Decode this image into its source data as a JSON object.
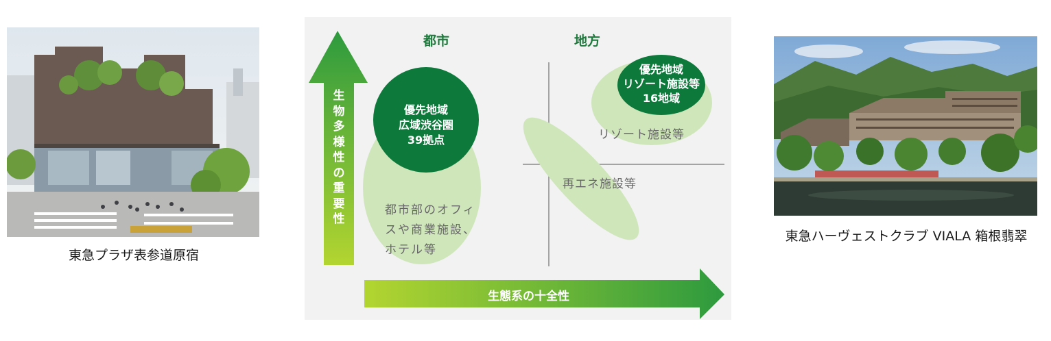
{
  "photos": {
    "left": {
      "caption": "東急プラザ表参道原宿",
      "icon": "building-photo"
    },
    "right": {
      "caption": "東急ハーヴェストクラブ VIALA 箱根翡翠",
      "icon": "resort-photo"
    }
  },
  "diagram": {
    "column_headers": {
      "urban": "都市",
      "rural": "地方"
    },
    "vertical_axis": "生物多様性の重要性",
    "horizontal_axis": "生態系の十全性",
    "urban_priority": {
      "line1": "優先地域",
      "line2": "広域渋谷圏",
      "line3": "39拠点"
    },
    "resort_priority": {
      "line1": "優先地域",
      "line2": "リゾート施設等",
      "line3": "16地域"
    },
    "urban_facilities": {
      "line1": "都市部のオフィ",
      "line2": "スや商業施設、",
      "line3": "ホテル等"
    },
    "resort_facilities": "リゾート施設等",
    "renewable_facilities": "再エネ施設等",
    "colors": {
      "dark_green": "#0d7a3c",
      "light_green": "#cfe6bb",
      "arrow_start": "#b3d530",
      "arrow_end": "#2d9a3e",
      "header_green": "#1e7a3c"
    }
  }
}
